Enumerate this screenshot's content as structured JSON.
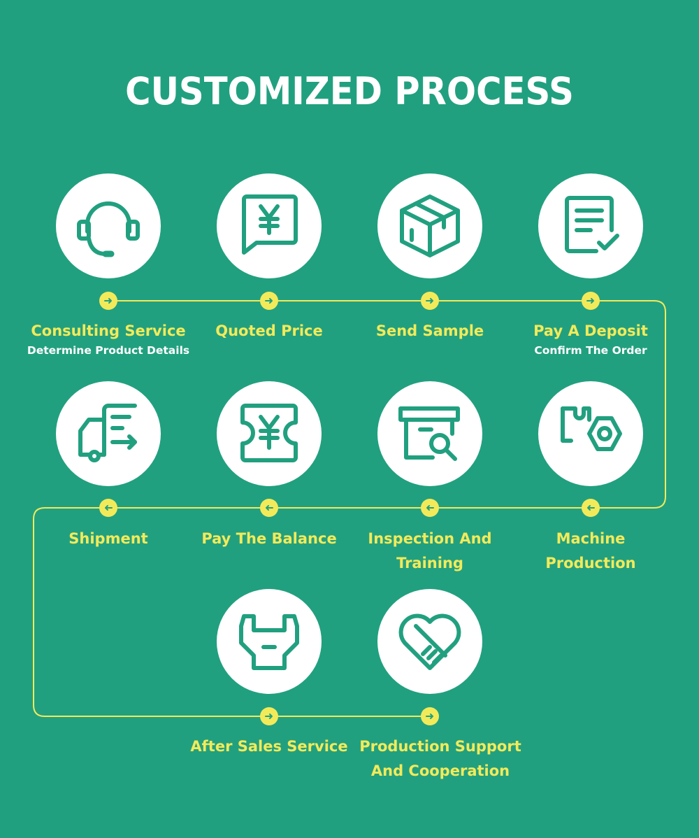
{
  "title": "CUSTOMIZED PROCESS",
  "colors": {
    "background": "#21a07f",
    "accent": "#f3ea5a",
    "icon_stroke": "#21a07f",
    "text_white": "#ffffff"
  },
  "steps": [
    {
      "title": "Consulting Service",
      "subtitle": "Determine Product Details",
      "icon": "headset-icon"
    },
    {
      "title": "Quoted Price",
      "subtitle": "",
      "icon": "yen-chat-icon"
    },
    {
      "title": "Send Sample",
      "subtitle": "",
      "icon": "package-box-icon"
    },
    {
      "title": "Pay A Deposit",
      "subtitle": "Confirm The Order",
      "icon": "document-check-icon"
    },
    {
      "title": "Machine Production",
      "subtitle": "",
      "icon": "gear-bolt-icon"
    },
    {
      "title": "Inspection And Training",
      "subtitle": "",
      "icon": "box-search-icon"
    },
    {
      "title": "Pay The Balance",
      "subtitle": "",
      "icon": "yen-ticket-icon"
    },
    {
      "title": "Shipment",
      "subtitle": "",
      "icon": "delivery-truck-icon"
    },
    {
      "title": "After Sales Service",
      "subtitle": "",
      "icon": "wrench-icon"
    },
    {
      "title": "Production Support And Cooperation",
      "subtitle": "",
      "icon": "heart-handshake-icon"
    }
  ]
}
